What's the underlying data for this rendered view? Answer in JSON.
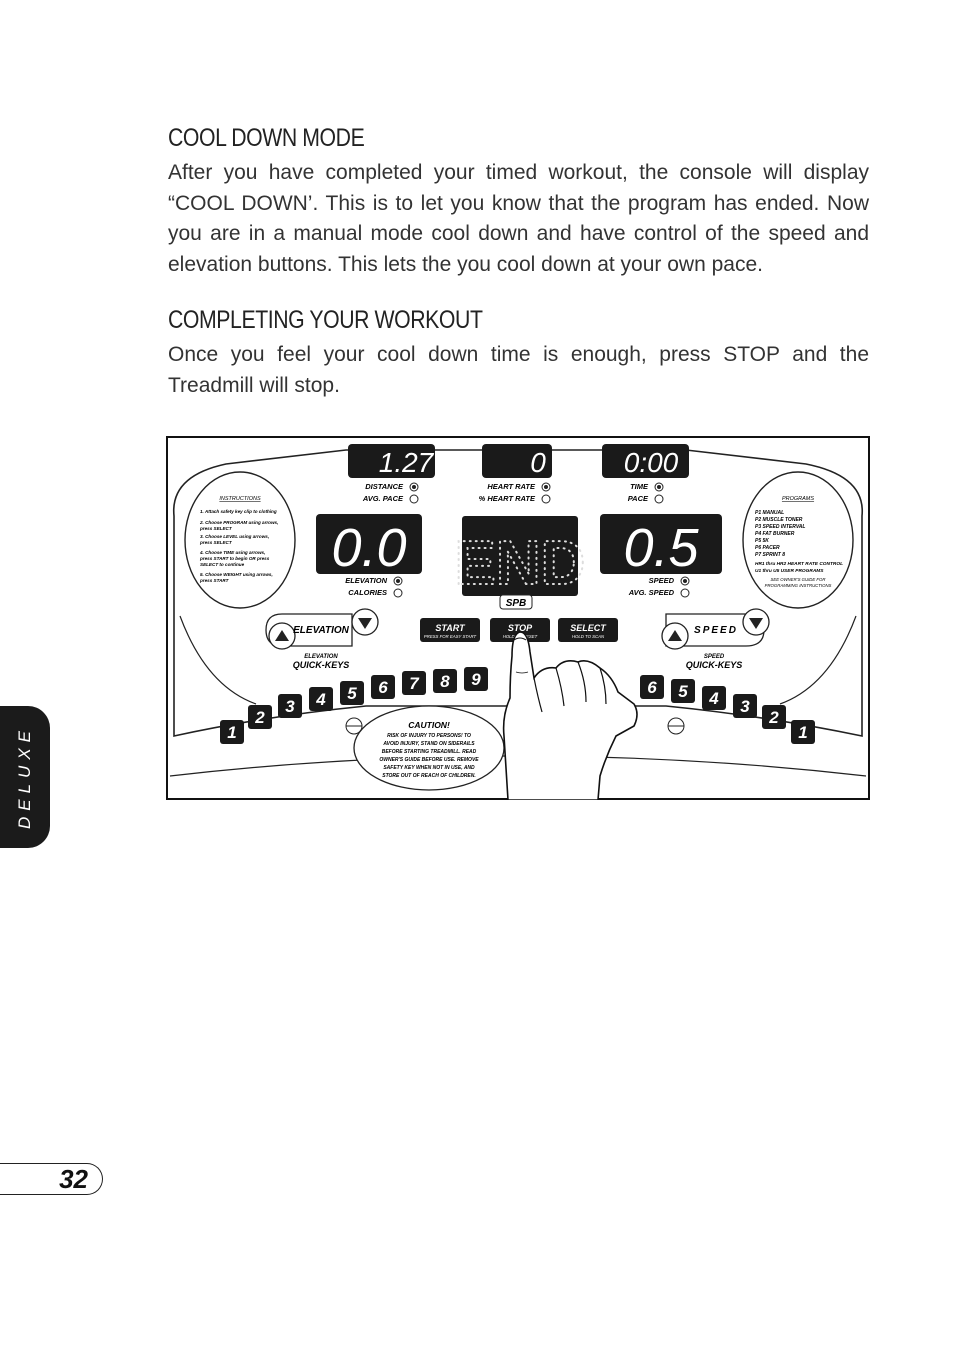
{
  "section1": {
    "title": "COOL DOWN MODE",
    "body": "After you have completed your timed workout, the console will display “COOL DOWN’. This is to let you know that the program has ended. Now you are in a manual mode cool down and have control of the speed and elevation buttons. This lets the you cool down at your own pace."
  },
  "section2": {
    "title": "COMPLETING YOUR WORKOUT",
    "body": "Once you feel your cool down time is enough, press STOP and the Treadmill will stop."
  },
  "side_tab": "DELUXE",
  "page_number": "32",
  "console": {
    "display_distance": "1.27",
    "display_heart": "0",
    "display_time": "0:00",
    "display_elevation": "0.0",
    "display_matrix": "END",
    "display_speed": "0.5",
    "label_distance": "DISTANCE",
    "label_avg_pace": "AVG. PACE",
    "label_heart_rate": "HEART RATE",
    "label_pct_heart_rate": "% HEART RATE",
    "label_time": "TIME",
    "label_pace": "PACE",
    "label_elevation": "ELEVATION",
    "label_calories": "CALORIES",
    "label_speed": "SPEED",
    "label_avg_speed": "AVG. SPEED",
    "spb": "SPB",
    "instructions_title": "INSTRUCTIONS",
    "instructions": [
      "1.  Attach safety key clip to clothing",
      "2.  Choose PROGRAM using arrows,",
      "     press SELECT",
      "3.  Choose LEVEL using arrows,",
      "     press SELECT",
      "4.  Choose TIME using arrows,",
      "     press START to begin OR press",
      "     SELECT to continue",
      "5.  Choose WEIGHT using arrows,",
      "     press START"
    ],
    "programs_title": "PROGRAMS",
    "programs": [
      "P1  MANUAL",
      "P2  MUSCLE TONER",
      "P3  SPEED INTERVAL",
      "P4  FAT BURNER",
      "P5  5K",
      "P6  PACER",
      "P7  SPRINT 8",
      "HR1 thru HR2  HEART RATE CONTROL",
      "U1 thru U5  USER PROGRAMS"
    ],
    "programs_note": [
      "SEE OWNER'S GUIDE FOR",
      "PROGRAMMING INSTRUCTIONS"
    ],
    "elevation_button": "ELEVATION",
    "speed_button": "SPEED",
    "start_button": "START",
    "start_sub": "PRESS FOR EASY START",
    "stop_button": "STOP",
    "stop_sub": "HOLD TO RESET",
    "select_button": "SELECT",
    "select_sub": "HOLD TO SCAN",
    "elev_quick_small": "ELEVATION",
    "elev_quick": "QUICK-KEYS",
    "speed_quick_small": "SPEED",
    "speed_quick": "QUICK-KEYS",
    "elevation_keys": [
      "1",
      "2",
      "3",
      "4",
      "5",
      "6",
      "7",
      "8",
      "9"
    ],
    "speed_keys": [
      "6",
      "5",
      "4",
      "3",
      "2",
      "1"
    ],
    "caution_title": "CAUTION!",
    "caution_lines": [
      "RISK OF INJURY TO PERSONS! TO",
      "AVOID INJURY, STAND ON SIDERAILS",
      "BEFORE STARTING TREADMILL. READ",
      "OWNER'S GUIDE BEFORE USE. REMOVE",
      "SAFETY KEY WHEN NOT IN USE, AND",
      "STORE OUT OF REACH OF CHILDREN."
    ]
  }
}
